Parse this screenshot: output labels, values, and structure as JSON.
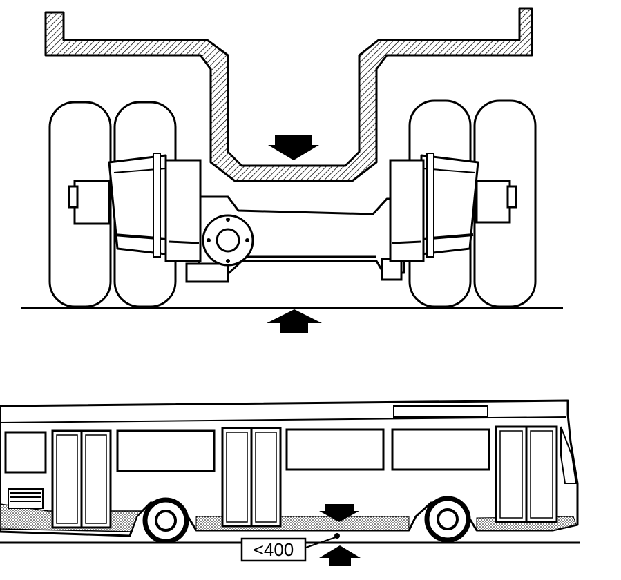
{
  "figure": {
    "callout_label": "<400",
    "colors": {
      "ink": "#000000",
      "paper": "#ffffff"
    }
  },
  "axle_view": {
    "components": [
      "chassis-frame",
      "dual-wheels-left",
      "dual-wheels-right",
      "axle-beam",
      "differential",
      "ground-line"
    ],
    "arrows": [
      "load-arrow-down",
      "support-arrow-up"
    ]
  },
  "bus_view": {
    "components": [
      "bus-body",
      "front-wheel",
      "rear-wheel",
      "doors",
      "windows",
      "destination-sign",
      "ground-line"
    ],
    "arrows": [
      "load-arrow-down",
      "support-arrow-up"
    ]
  }
}
